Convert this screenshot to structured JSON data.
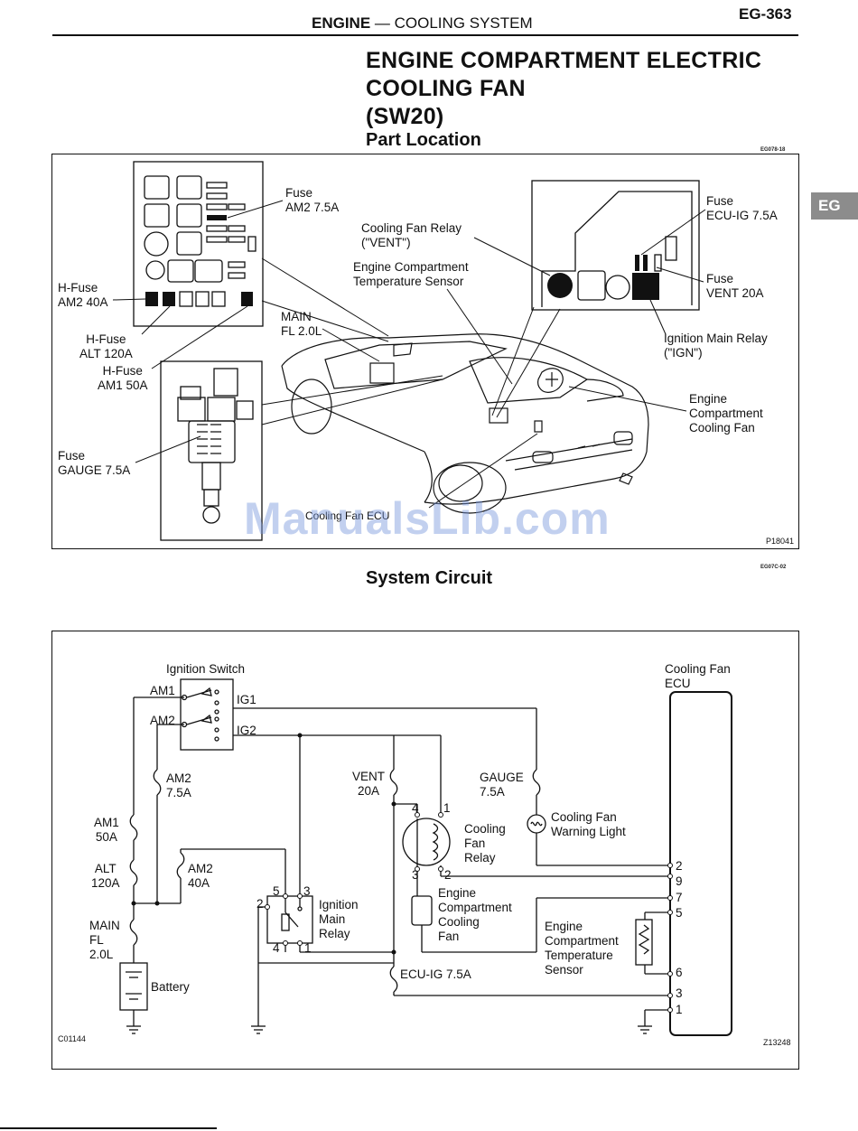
{
  "header": {
    "section_bold": "ENGINE",
    "section_rest": " — COOLING SYSTEM",
    "page_number": "EG-363"
  },
  "title": {
    "line1": "ENGINE COMPARTMENT ELECTRIC",
    "line2": "COOLING FAN",
    "line3": "(SW20)"
  },
  "tab": "EG",
  "part_location": {
    "heading": "Part Location",
    "code": "EG078-18",
    "figure_id": "P18041",
    "labels": {
      "fuse_am2": "Fuse\nAM2 7.5A",
      "h_fuse_am2": "H-Fuse\nAM2 40A",
      "h_fuse_alt": "H-Fuse\nALT 120A",
      "h_fuse_am1": "H-Fuse\nAM1 50A",
      "fuse_gauge": "Fuse\nGAUGE 7.5A",
      "main_fl": "MAIN\nFL 2.0L",
      "cooling_fan_relay": "Cooling Fan Relay\n(\"VENT\")",
      "temp_sensor": "Engine Compartment\nTemperature Sensor",
      "fuse_ecu_ig": "Fuse\nECU-IG 7.5A",
      "fuse_vent": "Fuse\nVENT 20A",
      "ignition_main_relay": "Ignition Main Relay\n(\"IGN\")",
      "cooling_fan": "Engine\nCompartment\nCooling Fan",
      "cooling_fan_ecu": "Cooling Fan ECU"
    }
  },
  "system_circuit": {
    "heading": "System Circuit",
    "code": "EG07C-02",
    "figure_left": "C01144",
    "figure_right": "Z13248",
    "labels": {
      "ignition_switch": "Ignition Switch",
      "am1": "AM1",
      "am2": "AM2",
      "ig1": "IG1",
      "ig2": "IG2",
      "am2_fuse": "AM2\n7.5A",
      "am1_fuse": "AM1\n50A",
      "alt_fuse": "ALT\n120A",
      "am2_hfuse": "AM2\n40A",
      "main_fuse": "MAIN\nFL\n2.0L",
      "battery": "Battery",
      "ign_relay": "Ignition\nMain\nRelay",
      "vent_fuse": "VENT\n20A",
      "gauge_fuse": "GAUGE\n7.5A",
      "fan_relay": "Cooling\nFan\nRelay",
      "warning_light": "Cooling Fan\nWarning Light",
      "fan_motor": "Engine\nCompartment\nCooling\nFan",
      "temp_sensor": "Engine\nCompartment\nTemperature\nSensor",
      "ecu_ig": "ECU-IG 7.5A",
      "ecu": "Cooling Fan\nECU"
    },
    "relay_pins": {
      "p5": "5",
      "p3": "3",
      "p2": "2",
      "p4": "4",
      "p1": "1"
    },
    "fan_relay_pins": {
      "p4": "4",
      "p1": "1",
      "p3": "3",
      "p2": "2"
    },
    "ecu_pins": [
      "2",
      "9",
      "7",
      "5",
      "6",
      "3",
      "1"
    ]
  },
  "watermark": "ManualsLib.com"
}
